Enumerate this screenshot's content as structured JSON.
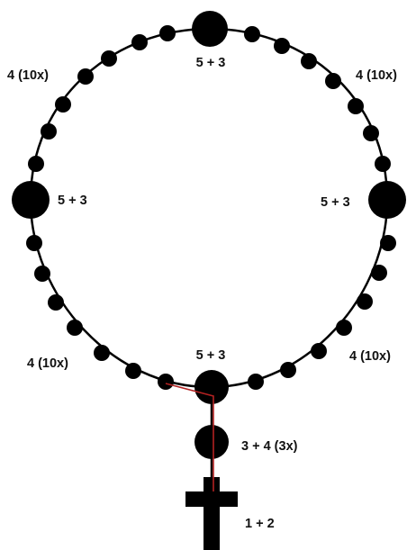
{
  "labels": {
    "top": "5 + 3",
    "upper_left": "4 (10x)",
    "upper_right": "4 (10x)",
    "mid_left": "5 + 3",
    "mid_right": "5 + 3",
    "lower_left": "4 (10x)",
    "lower_right": "4 (10x)",
    "bottom": "5 + 3",
    "pendant_bead": "3 + 4 (3x)",
    "cross": "1 + 2"
  },
  "colors": {
    "bead": "#000000",
    "chain": "#000000",
    "prayer_path": "#b22222"
  }
}
